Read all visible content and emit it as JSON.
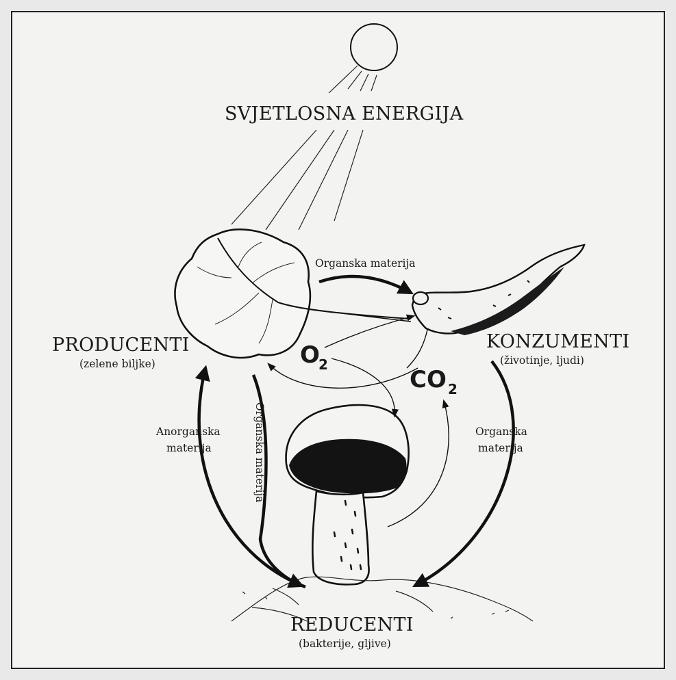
{
  "labels": {
    "light_energy": "SVJETLOSNA ENERGIJA",
    "producers": "PRODUCENTI",
    "producers_sub": "(zelene biljke)",
    "consumers": "KONZUMENTI",
    "consumers_sub": "(životinje, ljudi)",
    "decomposers": "REDUCENTI",
    "decomposers_sub": "(bakterije, gljive)",
    "organic_top": "Organska materija",
    "inorganic_line1": "Anorganska",
    "inorganic_line2": "materija",
    "organic_right_line1": "Organska",
    "organic_right_line2": "materija",
    "organic_vertical": "Organska materija",
    "o2_symbol": "O",
    "o2_sub": "2",
    "co2_symbol": "CO",
    "co2_sub": "2"
  }
}
